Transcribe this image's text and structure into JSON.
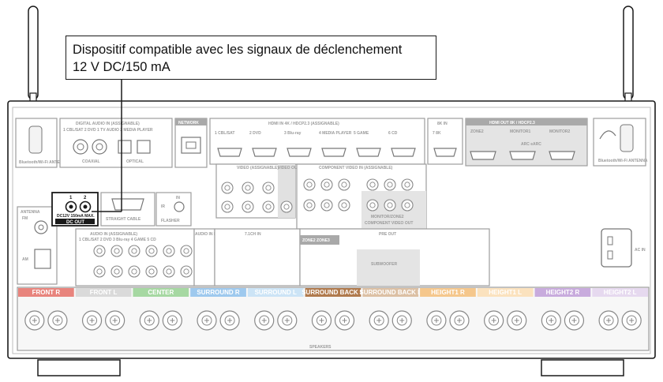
{
  "callout": {
    "line1": "Dispositif compatible avec les signaux de déclenchement",
    "line2": "12 V DC/150 mA"
  },
  "panel": {
    "dc_out_label": "DC OUT",
    "dc_out_sub": "DC12V 150mA MAX.",
    "dc_out_jack1": "1",
    "dc_out_jack2": "2",
    "antenna_left": "Bluetooth/Wi-Fi ANTENNA",
    "antenna_right": "Bluetooth/Wi-Fi ANTENNA",
    "digital_audio_in": "DIGITAL AUDIO IN (ASSIGNABLE)",
    "digital_sub": "1 CBL/SAT  2 DVD  1 TV AUDIO  2 MEDIA PLAYER",
    "coaxial": "COAXIAL",
    "optical": "OPTICAL",
    "network": "NETWORK",
    "hdmi_in": "HDMI IN  4K / HDCP2.3 (ASSIGNABLE)",
    "hdmi_8k_in": "8K IN",
    "hdmi_out": "HDMI OUT  8K / HDCP2.3",
    "hdmi_in_inputs": [
      "1 CBL/SAT",
      "2 DVD",
      "3 Blu-ray",
      "4 MEDIA PLAYER",
      "5 GAME",
      "6 CD"
    ],
    "hdmi_8k": "7 8K",
    "hdmi_out_ports": [
      "ZONE2",
      "MONITOR1",
      "MONITOR2"
    ],
    "arc": "ARC eARC",
    "straight_cable": "STRAIGHT CABLE",
    "flasher": "FLASHER",
    "ir_label": "IR",
    "in_label": "IN",
    "component_video": "COMPONENT VIDEO IN (ASSIGNABLE)",
    "monitor_zone2": "MONITOR/ZONE2",
    "component_video_out": "COMPONENT VIDEO OUT",
    "video_assignable": "VIDEO (ASSIGNABLE)",
    "video_out": "VIDEO OUT",
    "antenna_am_fm": "ANTENNA",
    "fm": "FM",
    "am": "AM",
    "audio_in_assignable": "AUDIO IN (ASSIGNABLE)",
    "audio_in_inputs": "1 CBL/SAT  2 DVD  3 Blu-ray  4 GAME  5 CD",
    "phono": "AUDIO IN PHONO",
    "ext_in": "7.1CH IN",
    "pre_out": "PRE OUT",
    "zone_out": "ZONE2  ZONE3",
    "subwoofer": "SUBWOOFER",
    "ac_in": "AC IN",
    "speakers": "SPEAKERS",
    "speaker_groups": [
      "FRONT R",
      "FRONT L",
      "CENTER",
      "SURROUND R",
      "SURROUND L",
      "SURROUND BACK R",
      "SURROUND BACK L",
      "HEIGHT1 R",
      "HEIGHT1 L",
      "HEIGHT2 R",
      "HEIGHT2 L"
    ],
    "colors": {
      "front_r": "#e8847d",
      "front_l": "#dadada",
      "center": "#a6d8a2",
      "surround_r": "#9ec9ee",
      "surround_l": "#cce4f6",
      "surround_back_r": "#b07a4d",
      "surround_back_l": "#dcc0a4",
      "height1_r": "#f5c78c",
      "height1_l": "#fbe2be",
      "height2_r": "#c8abdd",
      "height2_l": "#e6d9ef",
      "outline": "#1a1a1a",
      "panel_gray": "#a9a9a9"
    }
  }
}
